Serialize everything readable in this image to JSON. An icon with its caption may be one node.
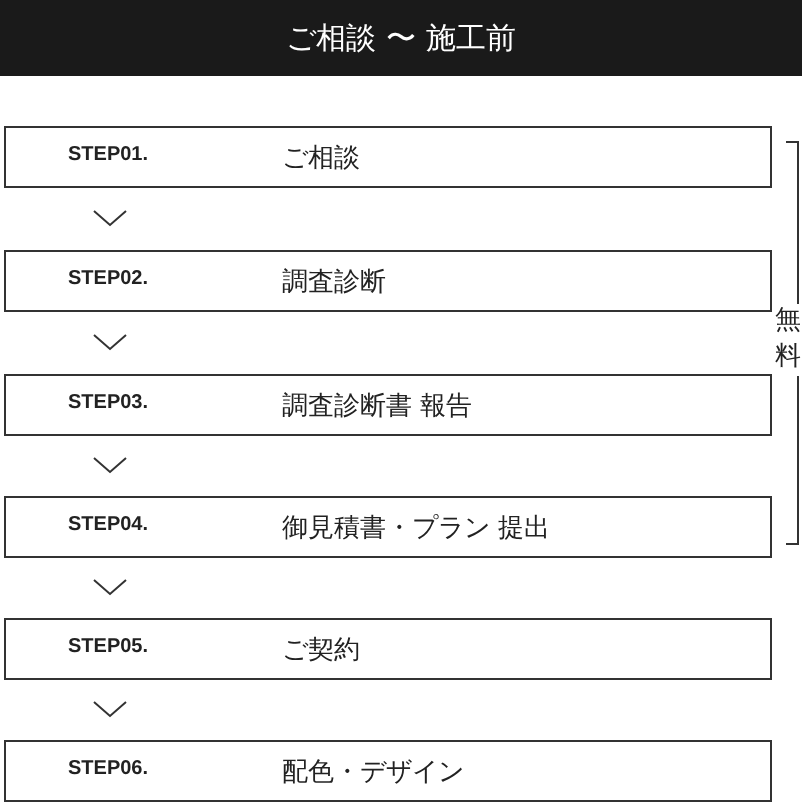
{
  "diagram": {
    "title": "ご相談 〜 施工前",
    "nodes": [
      {
        "text": [
          "STEP01.",
          "ご相談"
        ]
      },
      {
        "text": [
          "STEP02.",
          "調査診断"
        ]
      },
      {
        "text": [
          "STEP03.",
          "調査診断書 報告"
        ]
      },
      {
        "text": [
          "STEP04.",
          "御見積書・プラン 提出"
        ]
      },
      {
        "text": [
          "STEP05.",
          "ご契約"
        ]
      },
      {
        "text": [
          "STEP06.",
          "配色・デザイン"
        ]
      }
    ],
    "edges": [
      {
        "from": 0,
        "to": 1,
        "arrow": "to"
      },
      {
        "from": 1,
        "to": 2,
        "arrow": "to"
      },
      {
        "from": 2,
        "to": 3,
        "arrow": "to"
      },
      {
        "from": 3,
        "to": 4,
        "arrow": "to"
      },
      {
        "from": 4,
        "to": 5,
        "arrow": "to"
      }
    ],
    "labels": [
      "無料"
    ]
  }
}
